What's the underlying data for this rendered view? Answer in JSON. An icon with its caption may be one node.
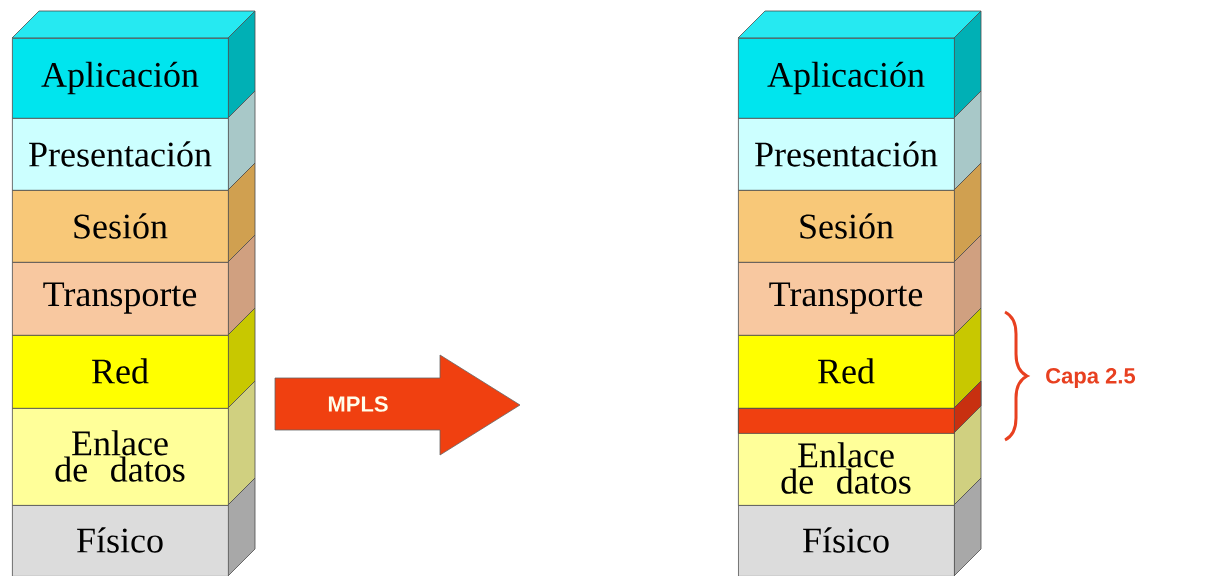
{
  "diagram": {
    "nodes": [
      {
        "text": [
          "Aplicación"
        ]
      },
      {
        "text": [
          "Presentación"
        ]
      },
      {
        "text": [
          "Sesión"
        ]
      },
      {
        "text": [
          "Transporte"
        ]
      },
      {
        "text": [
          "Red"
        ]
      },
      {
        "text": [
          "Enlace de datos"
        ]
      },
      {
        "text": [
          "Físico"
        ]
      },
      {
        "text": [
          "MPLS"
        ]
      },
      {
        "text": [
          "Aplicación"
        ]
      },
      {
        "text": [
          "Presentación"
        ]
      },
      {
        "text": [
          "Sesión"
        ]
      },
      {
        "text": [
          "Transporte"
        ]
      },
      {
        "text": [
          "Red"
        ]
      },
      {
        "text": [],
        "shape": "bar"
      },
      {
        "text": [
          "Enlace de datos"
        ]
      },
      {
        "text": [
          "Físico"
        ]
      }
    ],
    "edges": [],
    "labels": [
      "Capa 2.5"
    ]
  }
}
